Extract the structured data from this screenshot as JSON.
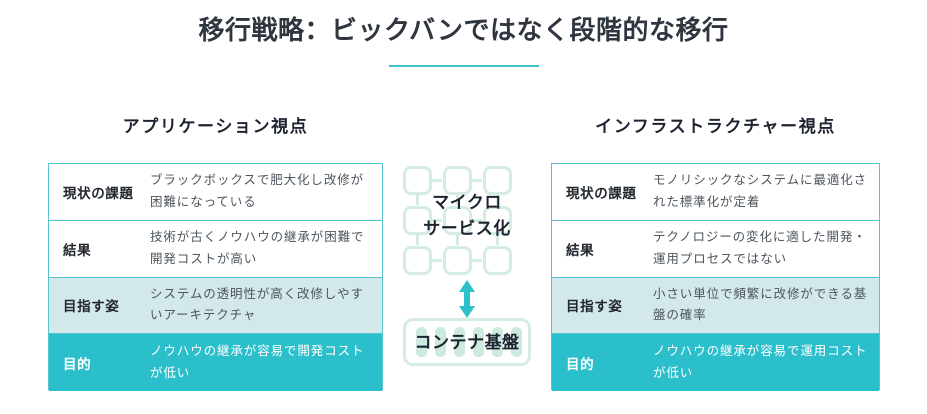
{
  "slide": {
    "title": "移行戦略：ビックバンではなく段階的な移行",
    "accent_color": "#2bbfcb",
    "border_color": "#57c4cd",
    "tint_color": "#d3e8eb",
    "mint_color": "#d5ece2"
  },
  "columns": {
    "left": {
      "header": "アプリケーション視点",
      "rows": [
        {
          "label": "現状の課題",
          "text": "ブラックボックスで肥大化し改修が困難になっている",
          "style": "plain"
        },
        {
          "label": "結果",
          "text": "技術が古くノウハウの継承が困難で開発コストが高い",
          "style": "plain"
        },
        {
          "label": "目指す姿",
          "text": "システムの透明性が高く改修しやすいアーキテクチャ",
          "style": "tint"
        },
        {
          "label": "目的",
          "text": "ノウハウの継承が容易で開発コストが低い",
          "style": "accent"
        }
      ]
    },
    "right": {
      "header": "インフラストラクチャー視点",
      "rows": [
        {
          "label": "現状の課題",
          "text": "モノリシックなシステムに最適化された標準化が定着",
          "style": "plain"
        },
        {
          "label": "結果",
          "text": "テクノロジーの変化に適した開発・運用プロセスではない",
          "style": "plain"
        },
        {
          "label": "目指す姿",
          "text": "小さい単位で頻繁に改修ができる基盤の確率",
          "style": "tint"
        },
        {
          "label": "目的",
          "text": "ノウハウの継承が容易で運用コストが低い",
          "style": "accent"
        }
      ]
    }
  },
  "center": {
    "microservices_label": "マイクロ\nサービス化",
    "microservices_label_line1": "マイクロ",
    "microservices_label_line2": "サービス化",
    "arrow": "double-headed-vertical-arrow",
    "arrow_color": "#2fc0cc",
    "platform_label": "コンテナ基盤"
  }
}
